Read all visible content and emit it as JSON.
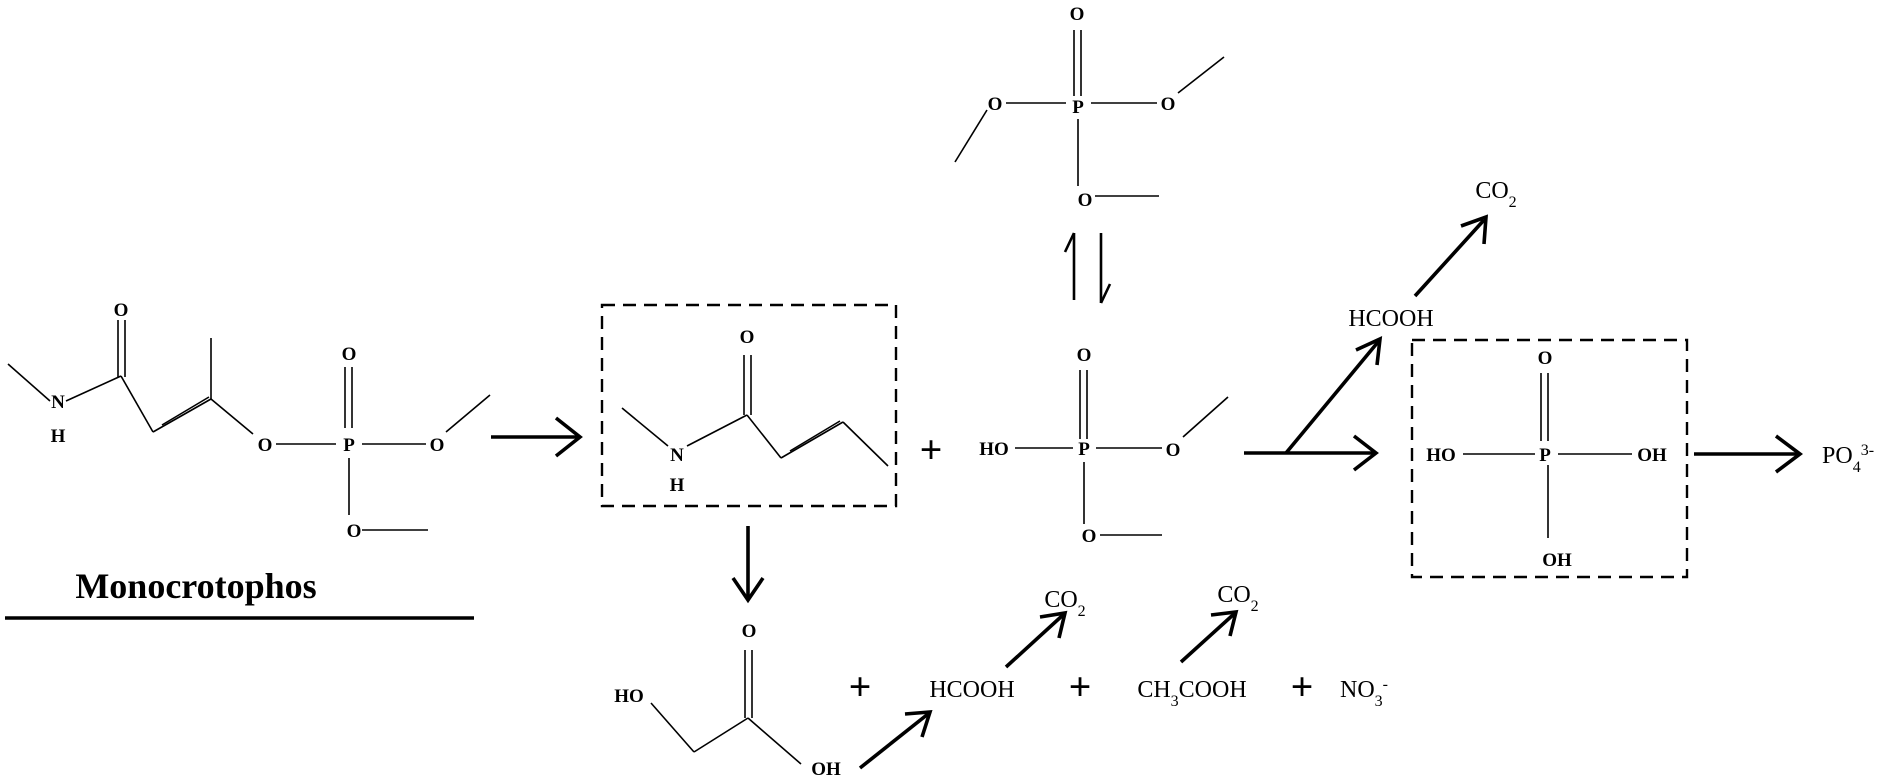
{
  "compounds": {
    "monocrotophos": {
      "name": "Monocrotophos",
      "atoms": {
        "o_carbonyl": "O",
        "n": "N",
        "h": "H",
        "o_ester": "O",
        "p": "P",
        "o_double": "O",
        "o_right": "O",
        "o_bottom": "O"
      }
    },
    "amide": {
      "atoms": {
        "o": "O",
        "n": "N",
        "h": "H"
      }
    },
    "trimethyl_phosphate": {
      "atoms": {
        "o_double": "O",
        "p": "P",
        "o_left": "O",
        "o_right": "O",
        "o_bottom": "O"
      }
    },
    "dimethyl_phosphate": {
      "atoms": {
        "o_double": "O",
        "ho": "HO",
        "p": "P",
        "o_right": "O",
        "o_bottom": "O"
      }
    },
    "phosphoric_acid": {
      "atoms": {
        "o_double": "O",
        "ho": "HO",
        "p": "P",
        "oh_right": "OH",
        "oh_bottom": "OH"
      }
    },
    "glycolic_acid": {
      "atoms": {
        "o": "O",
        "ho": "HO",
        "oh": "OH"
      }
    }
  },
  "formulas": {
    "formic_top": "HCOOH",
    "co2_top": {
      "base": "CO",
      "sub": "2"
    },
    "phosphate": {
      "base": "PO",
      "sub": "4",
      "sup": "3-"
    },
    "formic_bottom": "HCOOH",
    "co2_mid": {
      "base": "CO",
      "sub": "2"
    },
    "acetic": {
      "pre": "CH",
      "sub": "3",
      "post": "COOH"
    },
    "co2_right": {
      "base": "CO",
      "sub": "2"
    },
    "nitrate": {
      "base": "NO",
      "sub": "3",
      "sup": "-"
    }
  },
  "operators": {
    "plus1": "+",
    "plus2": "+",
    "plus3": "+",
    "plus4": "+"
  }
}
